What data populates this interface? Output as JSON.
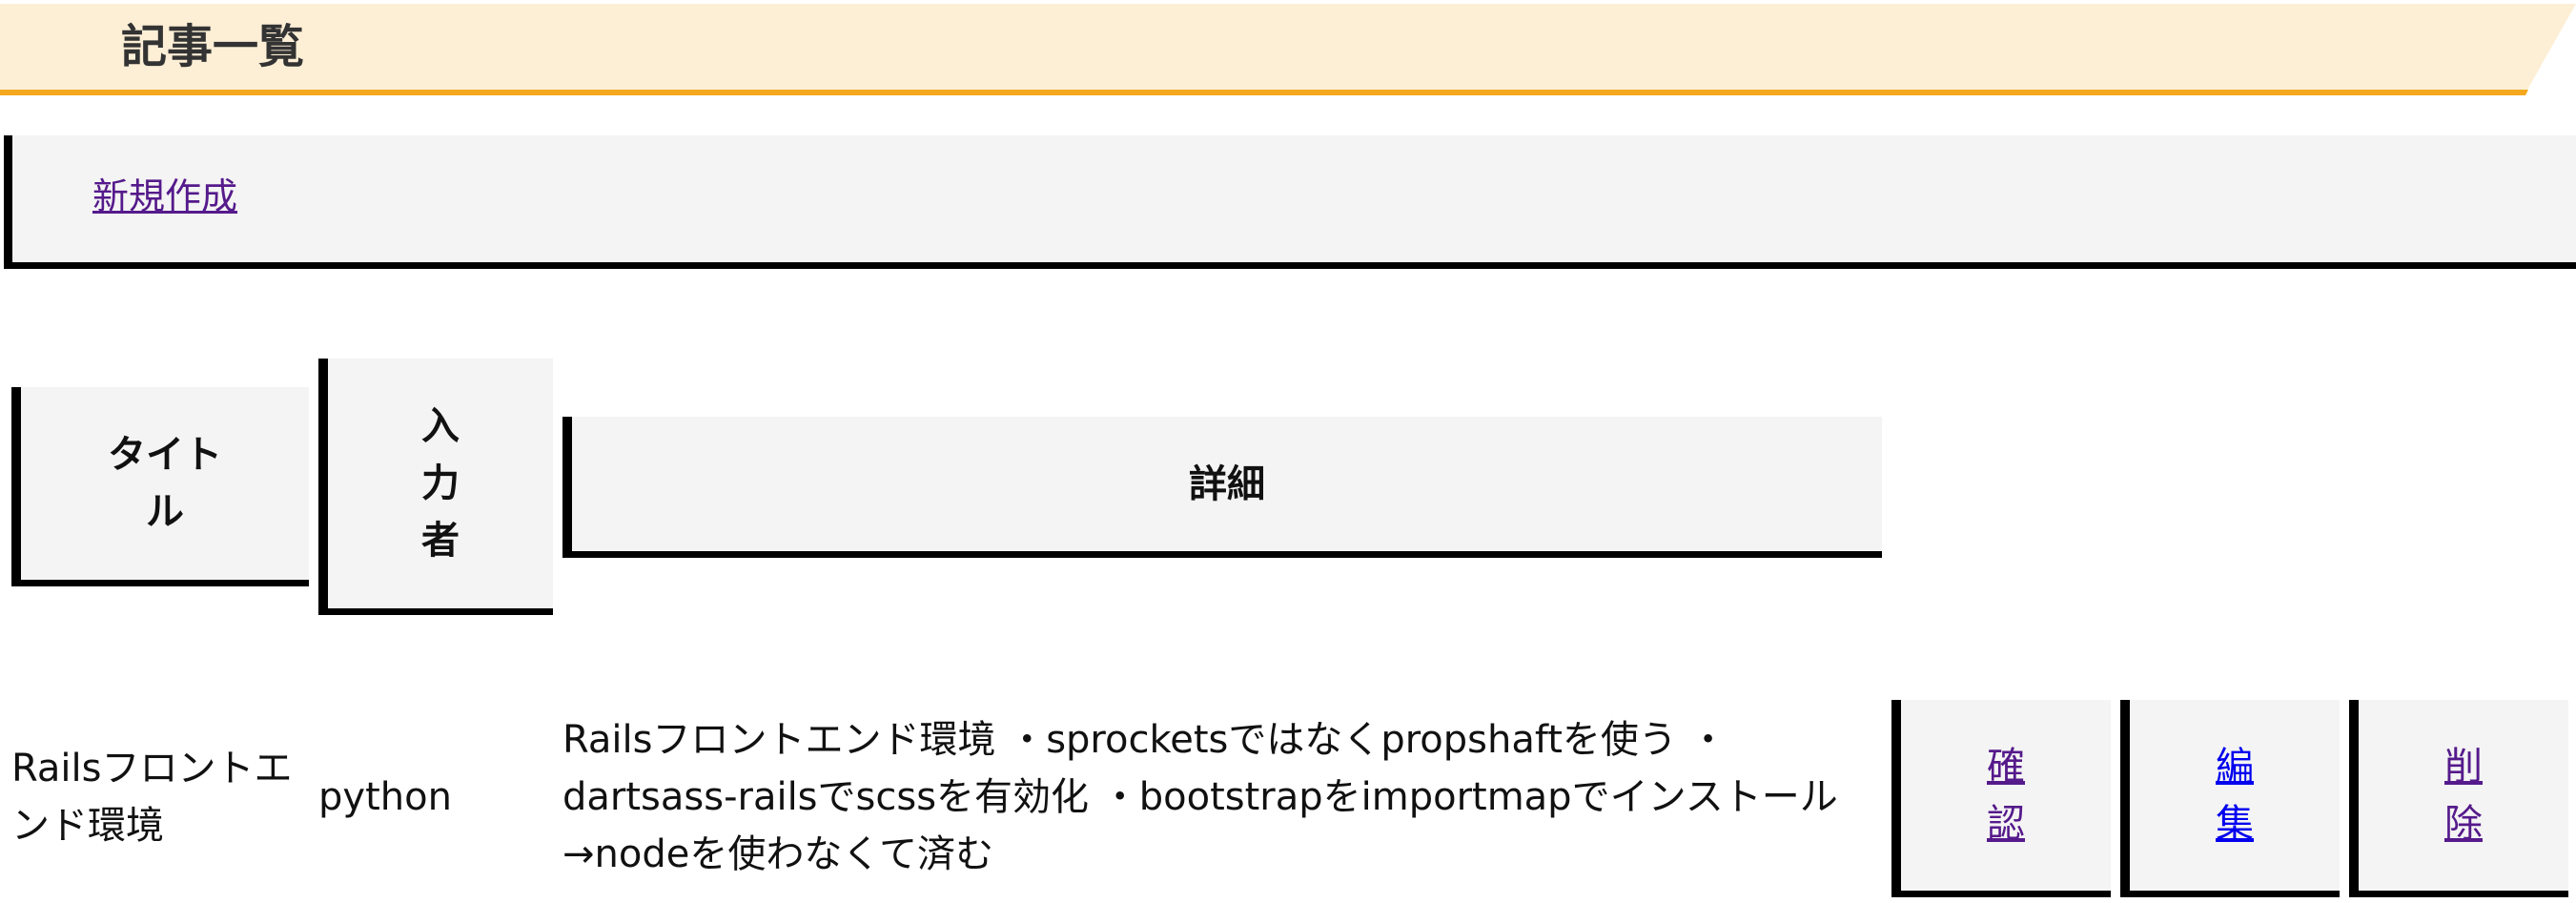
{
  "header": {
    "title": "記事一覧"
  },
  "actions": {
    "new_label": "新規作成"
  },
  "table": {
    "headers": {
      "title": "タイト\nル",
      "author": "入\n力\n者",
      "detail": "詳細"
    },
    "rows": [
      {
        "title": "Railsフロントエ\nンド環境",
        "author": "python",
        "detail": "Railsフロントエンド環境 ・sprocketsではなくpropshaftを使う ・\ndartsass-railsでscssを有効化 ・bootstrapをimportmapでインストール\n→nodeを使わなくて済む",
        "show_label": "確認",
        "edit_label": "編集",
        "delete_label": "削除"
      }
    ]
  },
  "colors": {
    "header_bg": "#fdefd6",
    "header_accent": "#f5a81e",
    "panel_bg": "#f4f4f4",
    "border": "#000000",
    "link_visited": "#551a8b",
    "link": "#0000ee"
  }
}
